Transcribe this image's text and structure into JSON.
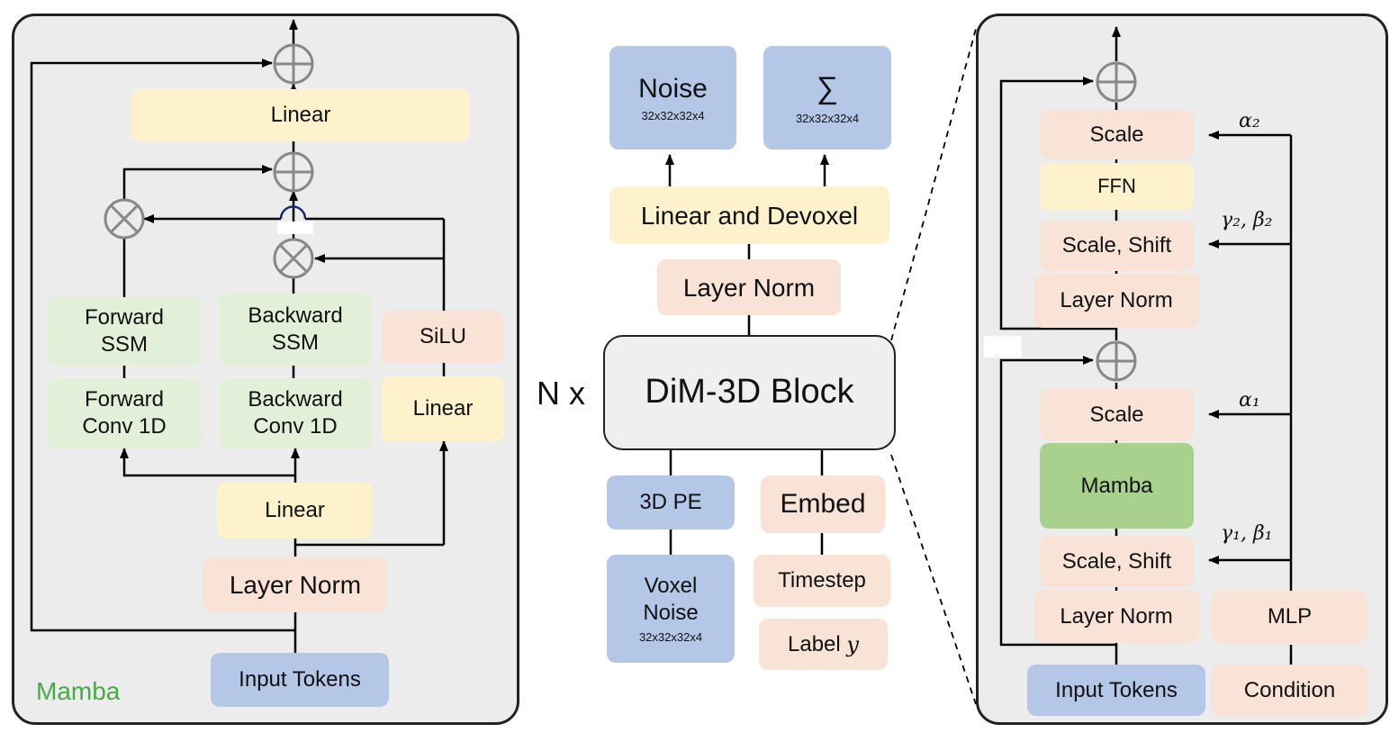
{
  "left_panel": {
    "title": "Mamba",
    "linear_top": "Linear",
    "forward_ssm": "Forward\nSSM",
    "backward_ssm": "Backward\nSSM",
    "silu": "SiLU",
    "forward_conv": "Forward\nConv 1D",
    "backward_conv": "Backward\nConv 1D",
    "linear_right": "Linear",
    "linear_mid": "Linear",
    "layer_norm": "Layer Norm",
    "input_tokens": "Input Tokens",
    "add_symbol": "⊕",
    "mult_symbol": "⊗"
  },
  "center": {
    "noise": "Noise",
    "noise_dims": "32x32x32x4",
    "sigma": "∑",
    "sigma_dims": "32x32x32x4",
    "linear_devoxel": "Linear and Devoxel",
    "layer_norm": "Layer Norm",
    "n_x": "N x",
    "block": "DiM-3D Block",
    "pe": "3D PE",
    "embed": "Embed",
    "voxel_noise": "Voxel\nNoise",
    "voxel_dims": "32x32x32x4",
    "timestep": "Timestep",
    "label_text": "Label ",
    "label_var": "y"
  },
  "right_panel": {
    "scale_top": "Scale",
    "ffn": "FFN",
    "scale_shift_top": "Scale, Shift",
    "layer_norm_top": "Layer Norm",
    "scale_bottom": "Scale",
    "mamba": "Mamba",
    "scale_shift_bottom": "Scale, Shift",
    "layer_norm_bottom": "Layer Norm",
    "mlp": "MLP",
    "input_tokens": "Input Tokens",
    "condition": "Condition",
    "alpha2": "α₂",
    "gamma2_beta2": "γ₂, β₂",
    "alpha1": "α₁",
    "gamma1_beta1": "γ₁, β₁"
  },
  "colors": {
    "yellow": "#fdf2cc",
    "peach": "#f8e3d6",
    "light_green": "#e2efd9",
    "blue": "#b4c7e7",
    "mamba_green": "#a9d18e",
    "panel_gray": "#ececec",
    "mamba_label": "#4aa84a"
  }
}
